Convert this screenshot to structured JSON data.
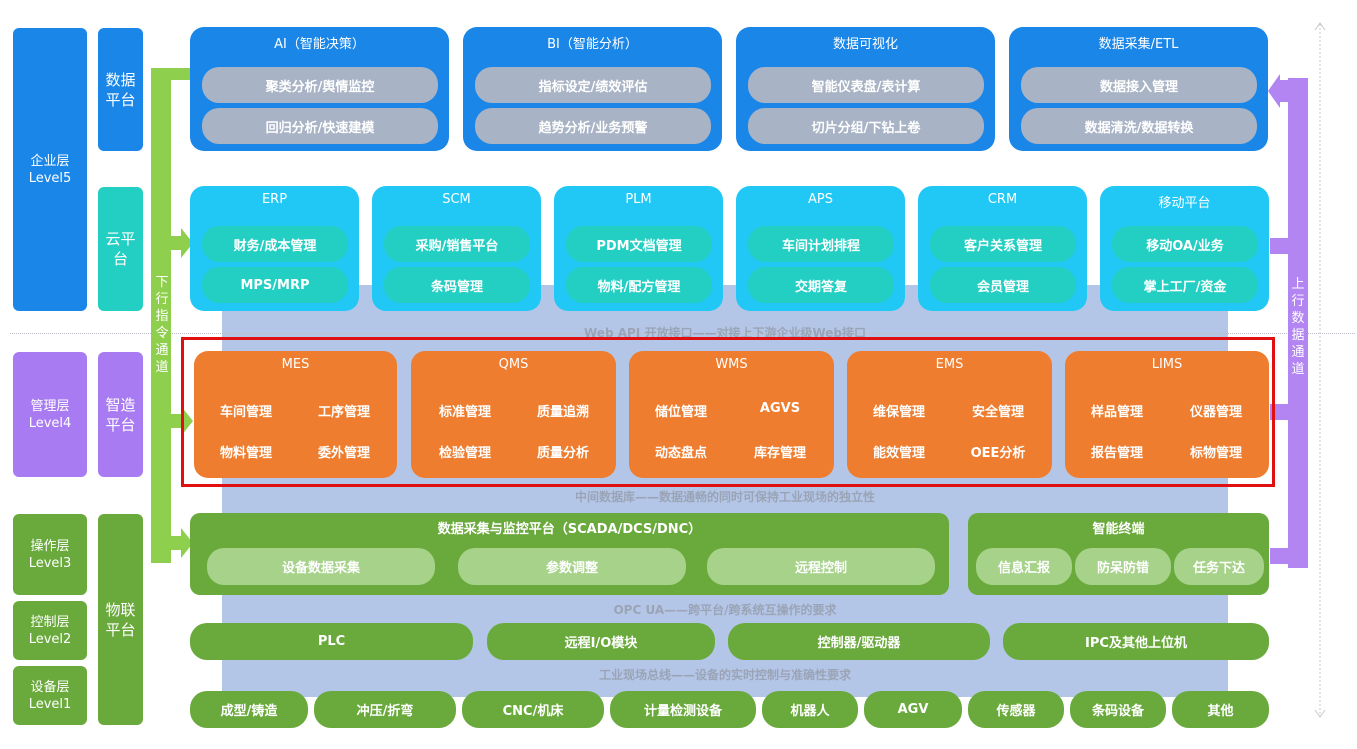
{
  "levels": [
    {
      "name": "企业层",
      "code": "Level5",
      "color": "#1a86e8"
    },
    {
      "name": "管理层",
      "code": "Level4",
      "color": "#a97bf2"
    },
    {
      "name": "操作层",
      "code": "Level3",
      "color": "#6aaa3c"
    },
    {
      "name": "控制层",
      "code": "Level2",
      "color": "#6aaa3c"
    },
    {
      "name": "设备层",
      "code": "Level1",
      "color": "#6aaa3c"
    }
  ],
  "platforms": {
    "data": "数据平台",
    "cloud": "云平台",
    "smart": "智造平台",
    "iot": "物联平台"
  },
  "arrows": {
    "down": "下行指令通道",
    "up": "上行数据通道"
  },
  "bi_row": [
    {
      "title": "AI（智能决策）",
      "items": [
        "聚类分析/舆情监控",
        "回归分析/快速建模"
      ]
    },
    {
      "title": "BI（智能分析）",
      "items": [
        "指标设定/绩效评估",
        "趋势分析/业务预警"
      ]
    },
    {
      "title": "数据可视化",
      "items": [
        "智能仪表盘/表计算",
        "切片分组/下钻上卷"
      ]
    },
    {
      "title": "数据采集/ETL",
      "items": [
        "数据接入管理",
        "数据清洗/数据转换"
      ]
    }
  ],
  "cloud_row": [
    {
      "title": "ERP",
      "items": [
        "财务/成本管理",
        "MPS/MRP"
      ]
    },
    {
      "title": "SCM",
      "items": [
        "采购/销售平台",
        "条码管理"
      ]
    },
    {
      "title": "PLM",
      "items": [
        "PDM文档管理",
        "物料/配方管理"
      ]
    },
    {
      "title": "APS",
      "items": [
        "车间计划排程",
        "交期答复"
      ]
    },
    {
      "title": "CRM",
      "items": [
        "客户关系管理",
        "会员管理"
      ]
    },
    {
      "title": "移动平台",
      "items": [
        "移动OA/业务",
        "掌上工厂/资金"
      ]
    }
  ],
  "bands": {
    "webapi": "Web API 开放接口——对接上下游企业级Web接口",
    "middb": "中间数据库——数据通畅的同时可保持工业现场的独立性",
    "opcua": "OPC UA——跨平台/跨系统互操作的要求",
    "fieldbus": "工业现场总线——设备的实时控制与准确性要求"
  },
  "mes_row": [
    {
      "title": "MES",
      "items": [
        "车间管理",
        "工序管理",
        "物料管理",
        "委外管理"
      ]
    },
    {
      "title": "QMS",
      "items": [
        "标准管理",
        "质量追溯",
        "检验管理",
        "质量分析"
      ]
    },
    {
      "title": "WMS",
      "items": [
        "储位管理",
        "AGVS",
        "动态盘点",
        "库存管理"
      ]
    },
    {
      "title": "EMS",
      "items": [
        "维保管理",
        "安全管理",
        "能效管理",
        "OEE分析"
      ]
    },
    {
      "title": "LIMS",
      "items": [
        "样品管理",
        "仪器管理",
        "报告管理",
        "标物管理"
      ]
    }
  ],
  "scada": {
    "title": "数据采集与监控平台（SCADA/DCS/DNC）",
    "items": [
      "设备数据采集",
      "参数调整",
      "远程控制"
    ]
  },
  "terminal": {
    "title": "智能终端",
    "items": [
      "信息汇报",
      "防呆防错",
      "任务下达"
    ]
  },
  "control_row": [
    "PLC",
    "远程I/O模块",
    "控制器/驱动器",
    "IPC及其他上位机"
  ],
  "device_row": [
    "成型/铸造",
    "冲压/折弯",
    "CNC/机床",
    "计量检测设备",
    "机器人",
    "AGV",
    "传感器",
    "条码设备",
    "其他"
  ],
  "colors": {
    "blue": "#1a86e8",
    "cyan": "#22c8f5",
    "orange": "#ee7d2f",
    "green": "#6aaa3c",
    "purple": "#a97bf2",
    "band": "#b4c6e7",
    "red": "#e01010",
    "arrowGreen": "#8fcf4e"
  }
}
